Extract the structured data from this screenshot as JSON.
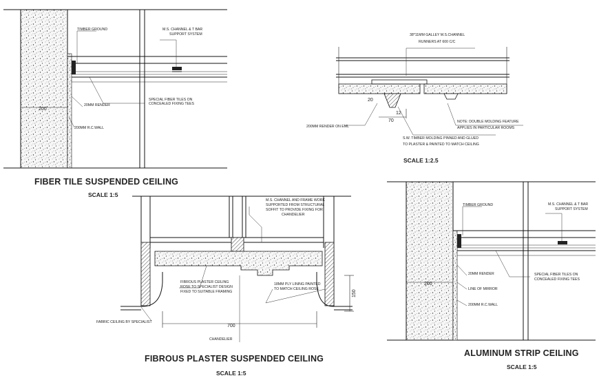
{
  "colors": {
    "ink": "#111111",
    "background": "#ffffff",
    "concrete": "#f4f4f4"
  },
  "details": {
    "fiber_tile": {
      "title": "FIBER TILE SUSPENDED CEILING",
      "scale": "SCALE 1:5",
      "labels": {
        "timber_ground": "TIMBER GROUND",
        "ms_channel_l1": "M.S. CHANNEL & T BAR",
        "ms_channel_l2": "SUPPORT SYSTEM",
        "special_tiles_l1": "SPECIAL FIBER TILES ON",
        "special_tiles_l2": "CONCEALED FIXING TEES",
        "render": "20MM RENDER",
        "wall": "200MM R.C.WALL",
        "dim": "200"
      }
    },
    "galley": {
      "scale": "SCALE 1:2.5",
      "labels": {
        "runners_l1": "38*11MM GALLEY M.S.CHANNEL",
        "runners_l2": "RUNNERS AT 600 C/C",
        "render": "200MM RENDER ON EML",
        "dim_70": "70",
        "dim_12": "12",
        "dim_20": "20",
        "note_l1": "NOTE: DOUBLE MOLDING FEATURE",
        "note_l2": "APPLIES IN PARTICULAR ROOMS",
        "molding_l1": "S.W. TIMBER MOLDING PINNED AND GLUED",
        "molding_l2": "TO PLASTER & PAINTED TO MATCH CEILING"
      }
    },
    "fibrous": {
      "title": "FIBROUS PLASTER SUSPENDED CEILING",
      "scale": "SCALE 1:5",
      "labels": {
        "frame_l1": "M.S. CHANNEL AND FRAME WORK",
        "frame_l2": "SUPPORTED FROM STRUCTURAL",
        "frame_l3": "SOFFIT TO PROVIDE FIXING FOR",
        "frame_l4": "CHANDELIER",
        "rose_l1": "FIBROUS PLASTER CEILING",
        "rose_l2": "ROSE TO SPECIALIST DESIGN",
        "rose_l3": "FIXED TO SUITABLE FRAMING",
        "ply_l1": "18MM PLY LINING PAINTED",
        "ply_l2": "TO MATCH CEILING ROSE",
        "fabric": "FABRIC CEILING BY SPECIALIST",
        "chandelier": "CHANDELIER",
        "dim_700": "700",
        "dim_150": "150"
      }
    },
    "aluminum": {
      "title": "ALUMINUM STRIP CEILING",
      "scale": "SCALE 1:5",
      "labels": {
        "timber_ground": "TIMBER GROUND",
        "ms_channel_l1": "M.S. CHANNEL & T BAR",
        "ms_channel_l2": "SUPPORT SYSTEM",
        "special_tiles_l1": "SPECIAL FIBER TILES ON",
        "special_tiles_l2": "CONCEALED FIXING TEES",
        "render": "20MM RENDER",
        "mirror": "LINE OF MIRROR",
        "wall": "200MM R.C.WALL",
        "dim": "200"
      }
    }
  }
}
